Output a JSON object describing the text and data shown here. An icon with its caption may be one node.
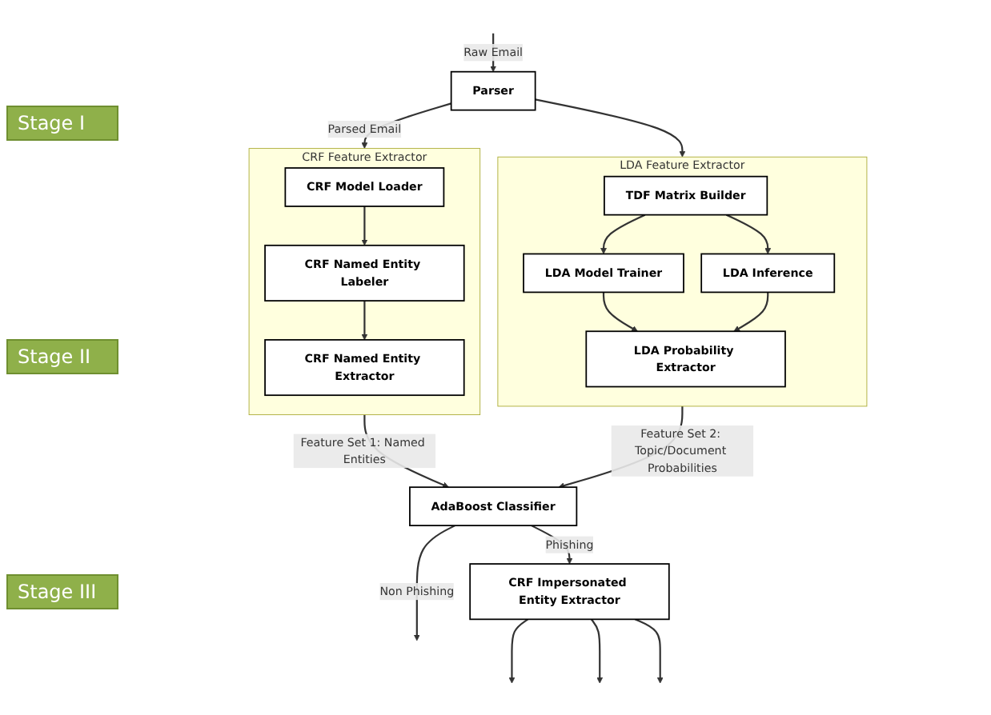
{
  "diagram": {
    "nodes": [
      {
        "text": [
          "Parser"
        ]
      },
      {
        "text": [
          "CRF Feature Extractor"
        ]
      },
      {
        "text": [
          "CRF Model Loader"
        ],
        "in": 1
      },
      {
        "text": [
          "CRF Named Entity Labeler"
        ],
        "in": 1
      },
      {
        "text": [
          "CRF Named Entity Extractor"
        ],
        "in": 1
      },
      {
        "text": [
          "LDA Feature Extractor"
        ]
      },
      {
        "text": [
          "TDF Matrix Builder"
        ],
        "in": 5
      },
      {
        "text": [
          "LDA Model Trainer"
        ],
        "in": 5
      },
      {
        "text": [
          "LDA Inference"
        ],
        "in": 5
      },
      {
        "text": [
          "LDA Probability Extractor"
        ],
        "in": 5
      },
      {
        "text": [
          "AdaBoost Classifier"
        ]
      },
      {
        "text": [
          "CRF Impersonated Entity Extractor"
        ]
      }
    ],
    "edges": [
      {
        "from": null,
        "to": 0,
        "arrow": "to",
        "label": "Raw Email"
      },
      {
        "from": 0,
        "to": 1,
        "arrow": "to",
        "label": "Parsed Email"
      },
      {
        "from": 0,
        "to": 5,
        "arrow": "to"
      },
      {
        "from": 2,
        "to": 3,
        "arrow": "to"
      },
      {
        "from": 3,
        "to": 4,
        "arrow": "to"
      },
      {
        "from": 6,
        "to": 7,
        "arrow": "to"
      },
      {
        "from": 6,
        "to": 8,
        "arrow": "to"
      },
      {
        "from": 7,
        "to": 9,
        "arrow": "to"
      },
      {
        "from": 8,
        "to": 9,
        "arrow": "to"
      },
      {
        "from": 1,
        "to": 10,
        "arrow": "to",
        "label": "Feature Set 1: Named Entities"
      },
      {
        "from": 5,
        "to": 10,
        "arrow": "to",
        "label": "Feature Set 2: Topic/Document Probabilities"
      },
      {
        "from": 10,
        "to": null,
        "arrow": "to",
        "label": "Non Phishing"
      },
      {
        "from": 10,
        "to": 11,
        "arrow": "to",
        "label": "Phishing"
      },
      {
        "from": 11,
        "to": null,
        "arrow": "to"
      },
      {
        "from": 11,
        "to": null,
        "arrow": "to"
      },
      {
        "from": 11,
        "to": null,
        "arrow": "to"
      }
    ],
    "labels": [
      "Stage I",
      "Stage II",
      "Stage III"
    ]
  }
}
